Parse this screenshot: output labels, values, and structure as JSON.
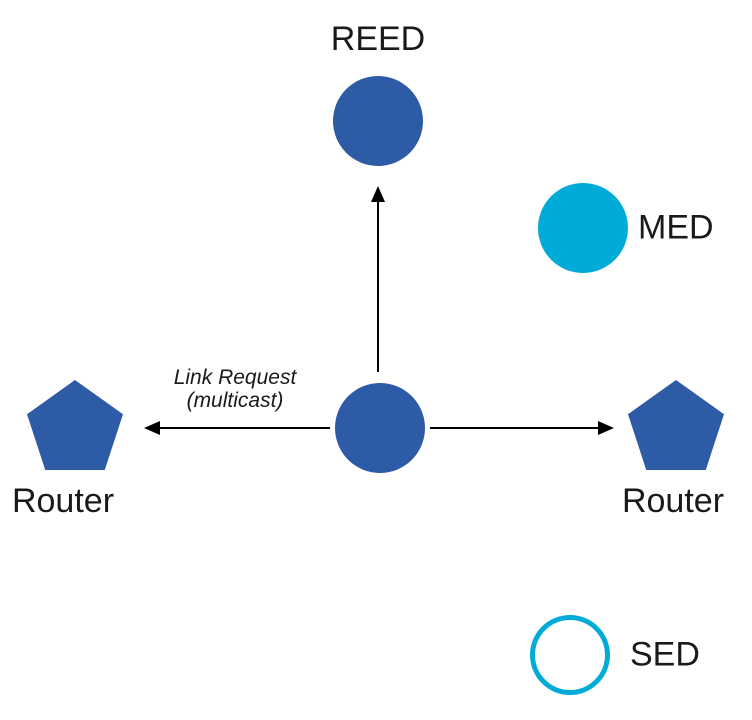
{
  "colors": {
    "node_blue": "#2d5ba5",
    "node_cyan": "#00abd8",
    "arrow": "#000000",
    "text": "#1a1a1a"
  },
  "diagram": {
    "nodes": {
      "reed": {
        "label": "REED",
        "shape": "circle",
        "fill": "#2d5ba5"
      },
      "med": {
        "label": "MED",
        "shape": "circle",
        "fill": "#00abd8"
      },
      "center": {
        "label": "",
        "shape": "circle",
        "fill": "#2d5ba5"
      },
      "router_left": {
        "label": "Router",
        "shape": "pentagon",
        "fill": "#2d5ba5"
      },
      "router_right": {
        "label": "Router",
        "shape": "pentagon",
        "fill": "#2d5ba5"
      },
      "sed": {
        "label": "SED",
        "shape": "circle-outline",
        "stroke": "#00abd8"
      }
    },
    "edges": [
      {
        "from": "center",
        "to": "reed",
        "style": "arrow"
      },
      {
        "from": "center",
        "to": "router_left",
        "style": "arrow"
      },
      {
        "from": "center",
        "to": "router_right",
        "style": "arrow"
      }
    ],
    "annotation": {
      "line1": "Link Request",
      "line2": "(multicast)"
    }
  }
}
